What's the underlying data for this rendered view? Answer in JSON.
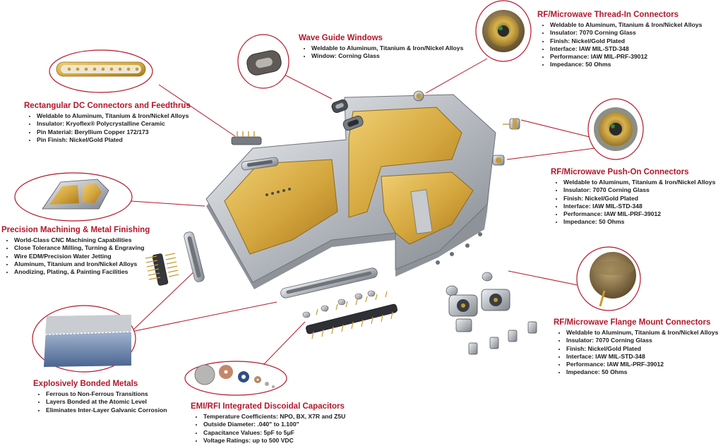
{
  "colors": {
    "heading": "#b3172a",
    "text": "#1c1c1c",
    "gold": "#c99a2e",
    "silver": "#b9bcc0",
    "callout_line": "#b3172a"
  },
  "sections": {
    "wave_guide": {
      "title": "Wave Guide Windows",
      "items": [
        "Weldable to Aluminum, Titanium & Iron/Nickel Alloys",
        "Window: Corning Glass"
      ]
    },
    "thread_in": {
      "title": "RF/Microwave Thread-In Connectors",
      "items": [
        "Weldable to Aluminum, Titanium & Iron/Nickel Alloys",
        "Insulator: 7070 Corning Glass",
        "Finish: Nickel/Gold Plated",
        "Interface: IAW MIL-STD-348",
        "Performance: IAW MIL-PRF-39012",
        "Impedance: 50 Ohms"
      ]
    },
    "rect_dc": {
      "title": "Rectangular DC Connectors and Feedthrus",
      "items": [
        "Weldable to Aluminum, Titanium & Iron/Nickel Alloys",
        "Insulator: Kryoflex® Polycrystalline Ceramic",
        "Pin Material: Beryllium Copper 172/173",
        "Pin Finish: Nickel/Gold Plated"
      ]
    },
    "push_on": {
      "title": "RF/Microwave Push-On Connectors",
      "items": [
        "Weldable to Aluminum, Titanium & Iron/Nickel Alloys",
        "Insulator: 7070 Corning Glass",
        "Finish: Nickel/Gold Plated",
        "Interface: IAW MIL-STD-348",
        "Performance: IAW MIL-PRF-39012",
        "Impedance: 50 Ohms"
      ]
    },
    "precision": {
      "title": "Precision Machining & Metal Finishing",
      "items": [
        "World-Class CNC Machining Capabilities",
        "Close Tolerance Milling, Turning & Engraving",
        "Wire EDM/Precision Water Jetting",
        "Aluminum, Titanium and Iron/Nickel Alloys",
        "Anodizing, Plating, & Painting  Facilities"
      ]
    },
    "flange": {
      "title": "RF/Microwave Flange Mount Connectors",
      "items": [
        "Weldable to Aluminum, Titanium & Iron/Nickel Alloys",
        "Insulator: 7070 Corning Glass",
        "Finish: Nickel/Gold Plated",
        "Interface: IAW MIL-STD-348",
        "Performance: IAW MIL-PRF-39012",
        "Impedance: 50 Ohms"
      ]
    },
    "bonded": {
      "title": "Explosively Bonded Metals",
      "items": [
        "Ferrous to Non-Ferrous Transitions",
        "Layers Bonded at the Atomic Level",
        "Eliminates Inter-Layer Galvanic Corrosion"
      ]
    },
    "emi": {
      "title": "EMI/RFI Integrated Discoidal Capacitors",
      "items": [
        "Temperature Coefficients: NPO, BX, X7R and Z5U",
        "Outside Diameter: .040\" to 1.100\"",
        "Capacitance Values: 5pF to 5μF",
        "Voltage Ratings: up to 500 VDC"
      ]
    }
  }
}
